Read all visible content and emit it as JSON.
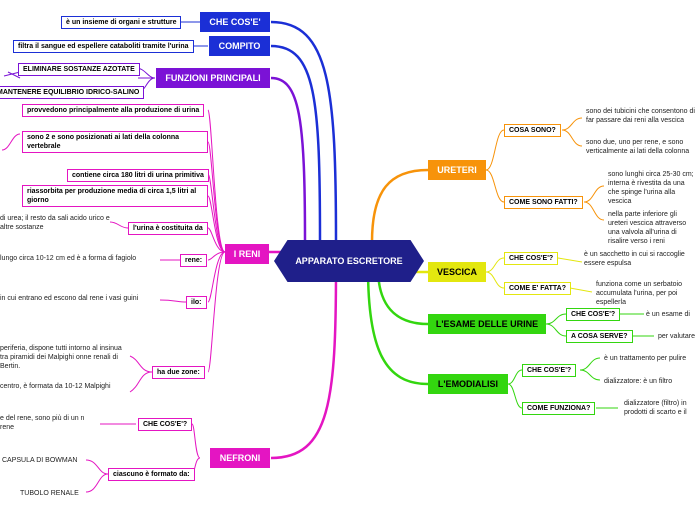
{
  "center": "APPARATO ESCRETORE",
  "colors": {
    "blue": "#1b2fd6",
    "violet": "#7b12d6",
    "pink": "#e415c2",
    "orange": "#f7930a",
    "yellow": "#e3e70f",
    "green": "#33d60f",
    "center": "#1f1f8a"
  },
  "left": {
    "che_cose": {
      "label": "CHE COS'E'",
      "text": "è un insieme di organi e strutture"
    },
    "compito": {
      "label": "COMPITO",
      "text": "filtra il sangue ed espellere cataboliti tramite l'urina"
    },
    "funzioni": {
      "label": "FUNZIONI PRINCIPALI",
      "items": [
        "ELIMINARE SOSTANZE AZOTATE",
        "MANTENERE EQUILIBRIO IDRICO-SALINO"
      ]
    },
    "reni": {
      "label": "I RENI",
      "b1": "provvedono principalmente alla produzione di urina",
      "b2": "sono 2 e sono posizionati ai lati della colonna vertebrale",
      "b3": "contiene circa 180 litri di urina primitiva",
      "b4": "riassorbita per produzione media di circa 1,5 litri al giorno",
      "b5": "l'urina è costituita da",
      "b5_text": "di urea; il resto da sali acido urico e altre sostanze",
      "b6": "rene:",
      "b6_text": "lungo circa 10-12 cm ed è a forma di fagiolo",
      "b7": "ilo:",
      "b7_text": "in cui entrano ed escono dal rene i vasi guini",
      "b8": "ha due zone:",
      "b8_text1": "periferia, dispone tutti intorno al insinua tra piramidi dei Malpighi onne renali di Bertin.",
      "b8_text2": "centro, è formata da 10-12 Malpighi"
    },
    "nefroni": {
      "label": "NEFRONI",
      "che": "CHE COS'E'?",
      "che_text": "e del rene, sono più di un n rene",
      "formato": "ciascuno è formato da:",
      "items": [
        "CAPSULA DI BOWMAN",
        "TUBOLO RENALE"
      ]
    }
  },
  "right": {
    "ureteri": {
      "label": "URETERI",
      "cosa": "COSA SONO?",
      "cosa_text1": "sono dei tubicini che consentono di far passare dai reni alla vescica",
      "cosa_text2": "sono due, uno per rene, e sono verticalmente ai lati della colonna",
      "fatti": "COME SONO FATTI?",
      "fatti_text1": "sono lunghi circa 25-30 cm; interna è rivestita da una che spinge l'urina alla vescica",
      "fatti_text2": "nella parte inferiore gli ureteri vescica attraverso una valvola all'urina di risalire verso i reni"
    },
    "vescica": {
      "label": "VESCICA",
      "che": "CHE COS'E'?",
      "che_text": "è un sacchetto in cui si raccoglie essere espulsa",
      "fatta": "COME E' FATTA?",
      "fatta_text": "funziona come un serbatoio accumulata l'urina, per poi espellerla"
    },
    "esame": {
      "label": "L'ESAME DELLE URINE",
      "che": "CHE COS'E'?",
      "che_text": "è un esame di",
      "serve": "A COSA SERVE?",
      "serve_text": "per valutare"
    },
    "emodialisi": {
      "label": "L'EMODIALISI",
      "che": "CHE COS'E'?",
      "che_text1": "è un trattamento per pulire",
      "che_text2": "dializzatore: è un filtro",
      "come": "COME FUNZIONA?",
      "come_text": "dializzatore (filtro) in prodotti di scarto e il"
    }
  }
}
